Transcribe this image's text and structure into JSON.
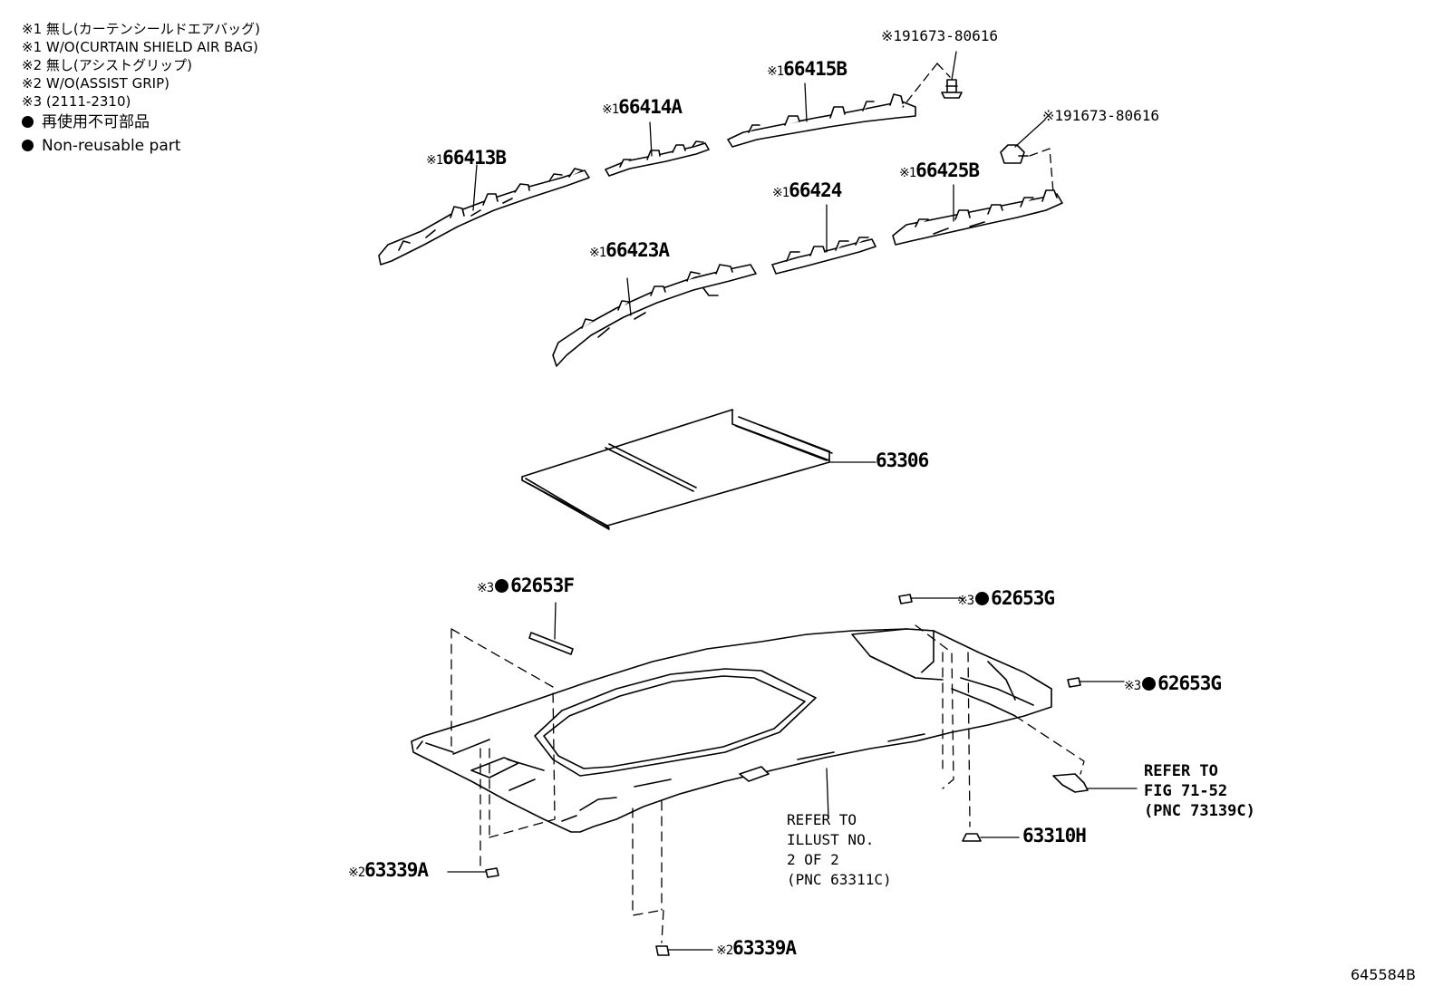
{
  "notes": {
    "n1_ja": "※1 無し(カーテンシールドエアバッグ)",
    "n1_en": "※1 W/O(CURTAIN SHIELD AIR BAG)",
    "n2_ja": "※2 無し(アシストグリップ)",
    "n2_en": "※2 W/O(ASSIST GRIP)",
    "n3": "※3 (2111-2310)",
    "nonreuse_ja": "再使用不可部品",
    "nonreuse_en": "Non-reusable part"
  },
  "labels": {
    "bolt_top_mark": "※1",
    "bolt_top": "91673-80616",
    "bolt_right_mark": "※1",
    "bolt_right": "91673-80616",
    "p66415B_mark": "※1",
    "p66415B": "66415B",
    "p66414A_mark": "※1",
    "p66414A": "66414A",
    "p66413B_mark": "※1",
    "p66413B": "66413B",
    "p66425B_mark": "※1",
    "p66425B": "66425B",
    "p66424_mark": "※1",
    "p66424": "66424",
    "p66423A_mark": "※1",
    "p66423A": "66423A",
    "p63306": "63306",
    "p62653F_mark": "※3",
    "p62653F": "62653F",
    "p62653G_a_mark": "※3",
    "p62653G_a": "62653G",
    "p62653G_b_mark": "※3",
    "p62653G_b": "62653G",
    "p63339A_a_mark": "※2",
    "p63339A_a": "63339A",
    "p63339A_b_mark": "※2",
    "p63339A_b": "63339A",
    "p63310H": "63310H"
  },
  "refs": {
    "illust_l1": "REFER TO",
    "illust_l2": "ILLUST NO.",
    "illust_l3": "2 OF 2",
    "illust_l4": "(PNC 63311C)",
    "fig_l1": "REFER TO",
    "fig_l2": "FIG 71-52",
    "fig_l3": "(PNC 73139C)"
  },
  "diagram_code": "645584B"
}
